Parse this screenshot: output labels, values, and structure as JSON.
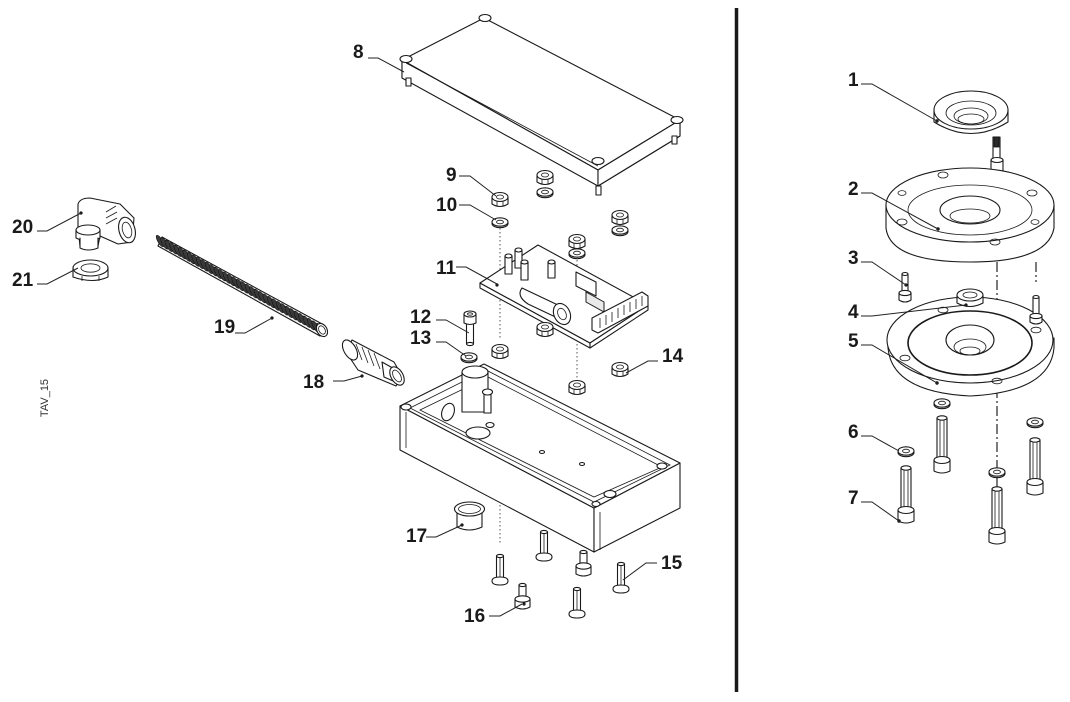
{
  "drawing": {
    "type": "exploded-parts-view",
    "figure_id": "TAV_15",
    "colors": {
      "line": "#1a1a1a",
      "background": "#ffffff"
    },
    "left_panel": {
      "assembly": "control-box",
      "callouts": [
        {
          "number": "8",
          "part": "box-cover"
        },
        {
          "number": "9",
          "part": "nut"
        },
        {
          "number": "10",
          "part": "washer"
        },
        {
          "number": "11",
          "part": "circuit-board"
        },
        {
          "number": "12",
          "part": "cap-screw"
        },
        {
          "number": "13",
          "part": "washer"
        },
        {
          "number": "14",
          "part": "nut"
        },
        {
          "number": "15",
          "part": "screw"
        },
        {
          "number": "16",
          "part": "hex-screw"
        },
        {
          "number": "17",
          "part": "bushing"
        },
        {
          "number": "18",
          "part": "straight-cable-gland"
        },
        {
          "number": "19",
          "part": "corrugated-conduit"
        },
        {
          "number": "20",
          "part": "elbow-cable-gland"
        },
        {
          "number": "21",
          "part": "lock-nut"
        }
      ]
    },
    "right_panel": {
      "assembly": "sensor-mount",
      "callouts": [
        {
          "number": "1",
          "part": "ring"
        },
        {
          "number": "2",
          "part": "sensor-flange"
        },
        {
          "number": "3",
          "part": "cap-screw"
        },
        {
          "number": "4",
          "part": "bushing"
        },
        {
          "number": "5",
          "part": "base-plate"
        },
        {
          "number": "6",
          "part": "washer"
        },
        {
          "number": "7",
          "part": "cap-screw"
        }
      ]
    }
  }
}
